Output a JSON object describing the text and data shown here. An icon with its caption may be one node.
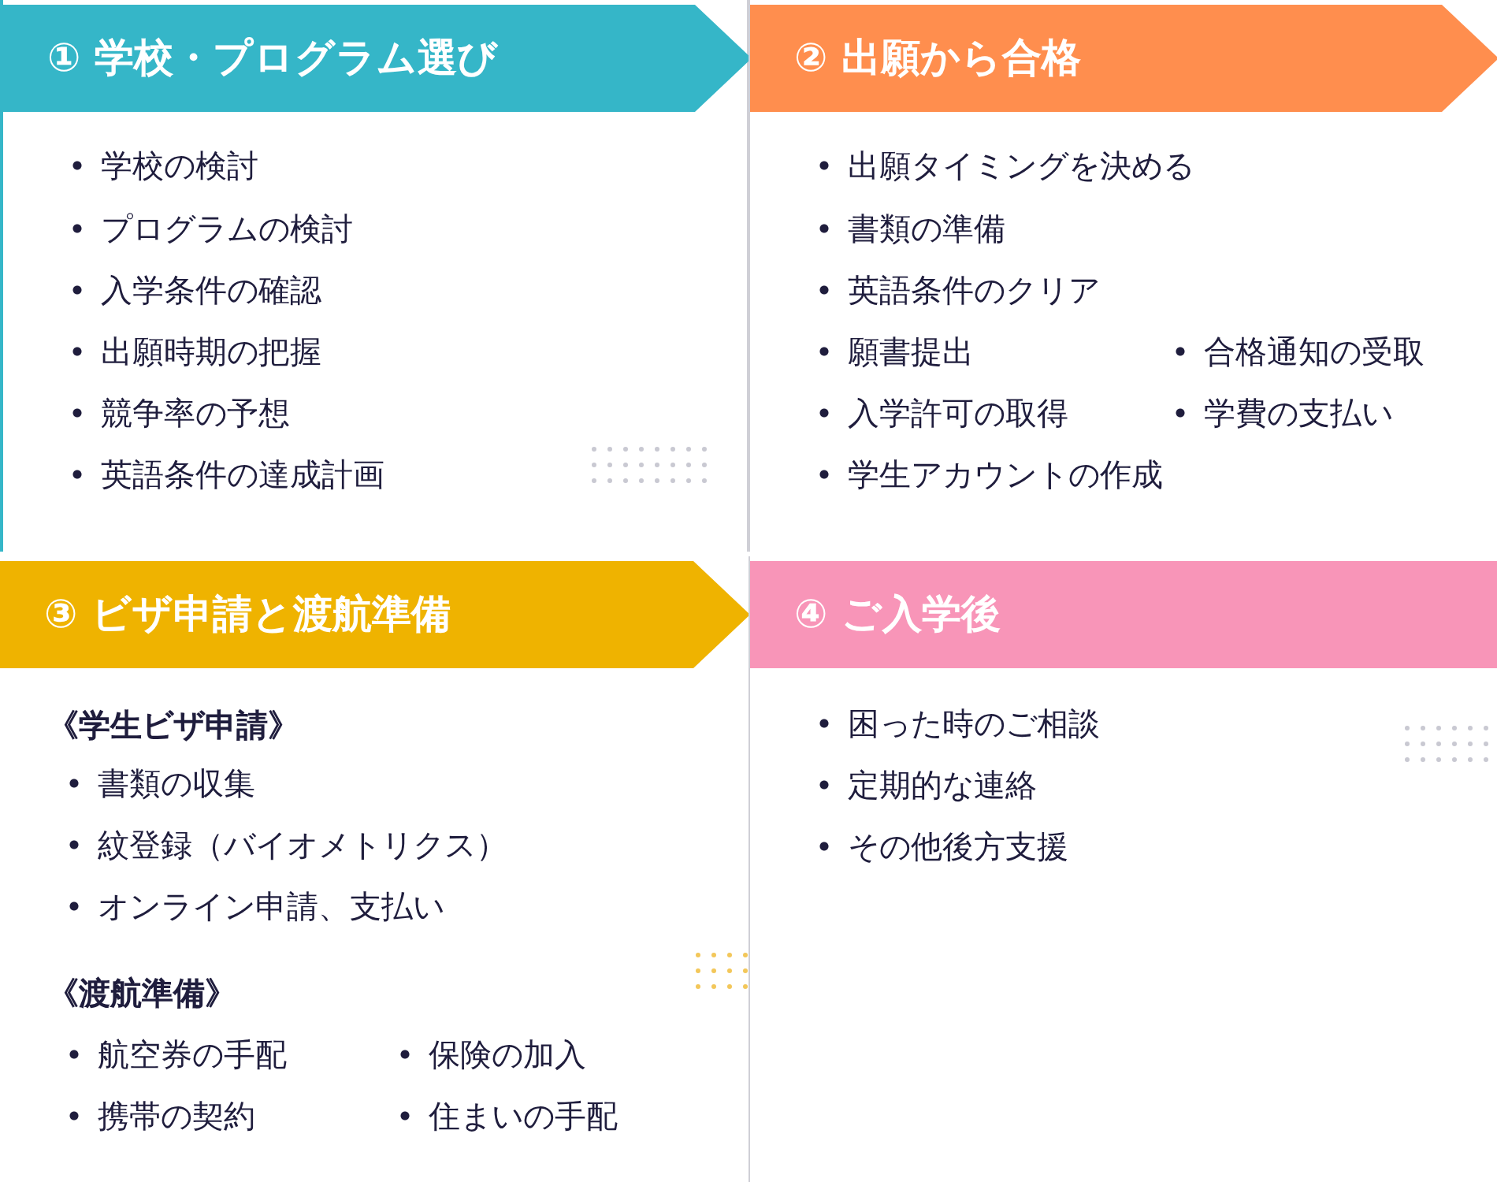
{
  "diagram": {
    "nodes": [
      {
        "text": [
          "① 学校・プログラム選び",
          "学校の検討",
          "プログラムの検討",
          "入学条件の確認",
          "出願時期の把握",
          "競争率の予想",
          "英語条件の達成計画"
        ]
      },
      {
        "text": [
          "② 出願から合格",
          "出願タイミングを決める",
          "書類の準備",
          "英語条件のクリア",
          "願書提出",
          "合格通知の受取",
          "入学許可の取得",
          "学費の支払い",
          "学生アカウントの作成"
        ]
      },
      {
        "text": [
          "③ ビザ申請と渡航準備",
          "《学生ビザ申請》",
          "書類の収集",
          "紋登録（バイオメトリクス）",
          "オンライン申請、支払い",
          "《渡航準備》",
          "航空券の手配",
          "保険の加入",
          "携帯の契約",
          "住まいの手配"
        ]
      },
      {
        "text": [
          "④ ご入学後",
          "困った時のご相談",
          "定期的な連絡",
          "その他後方支援"
        ]
      }
    ],
    "edges": []
  }
}
